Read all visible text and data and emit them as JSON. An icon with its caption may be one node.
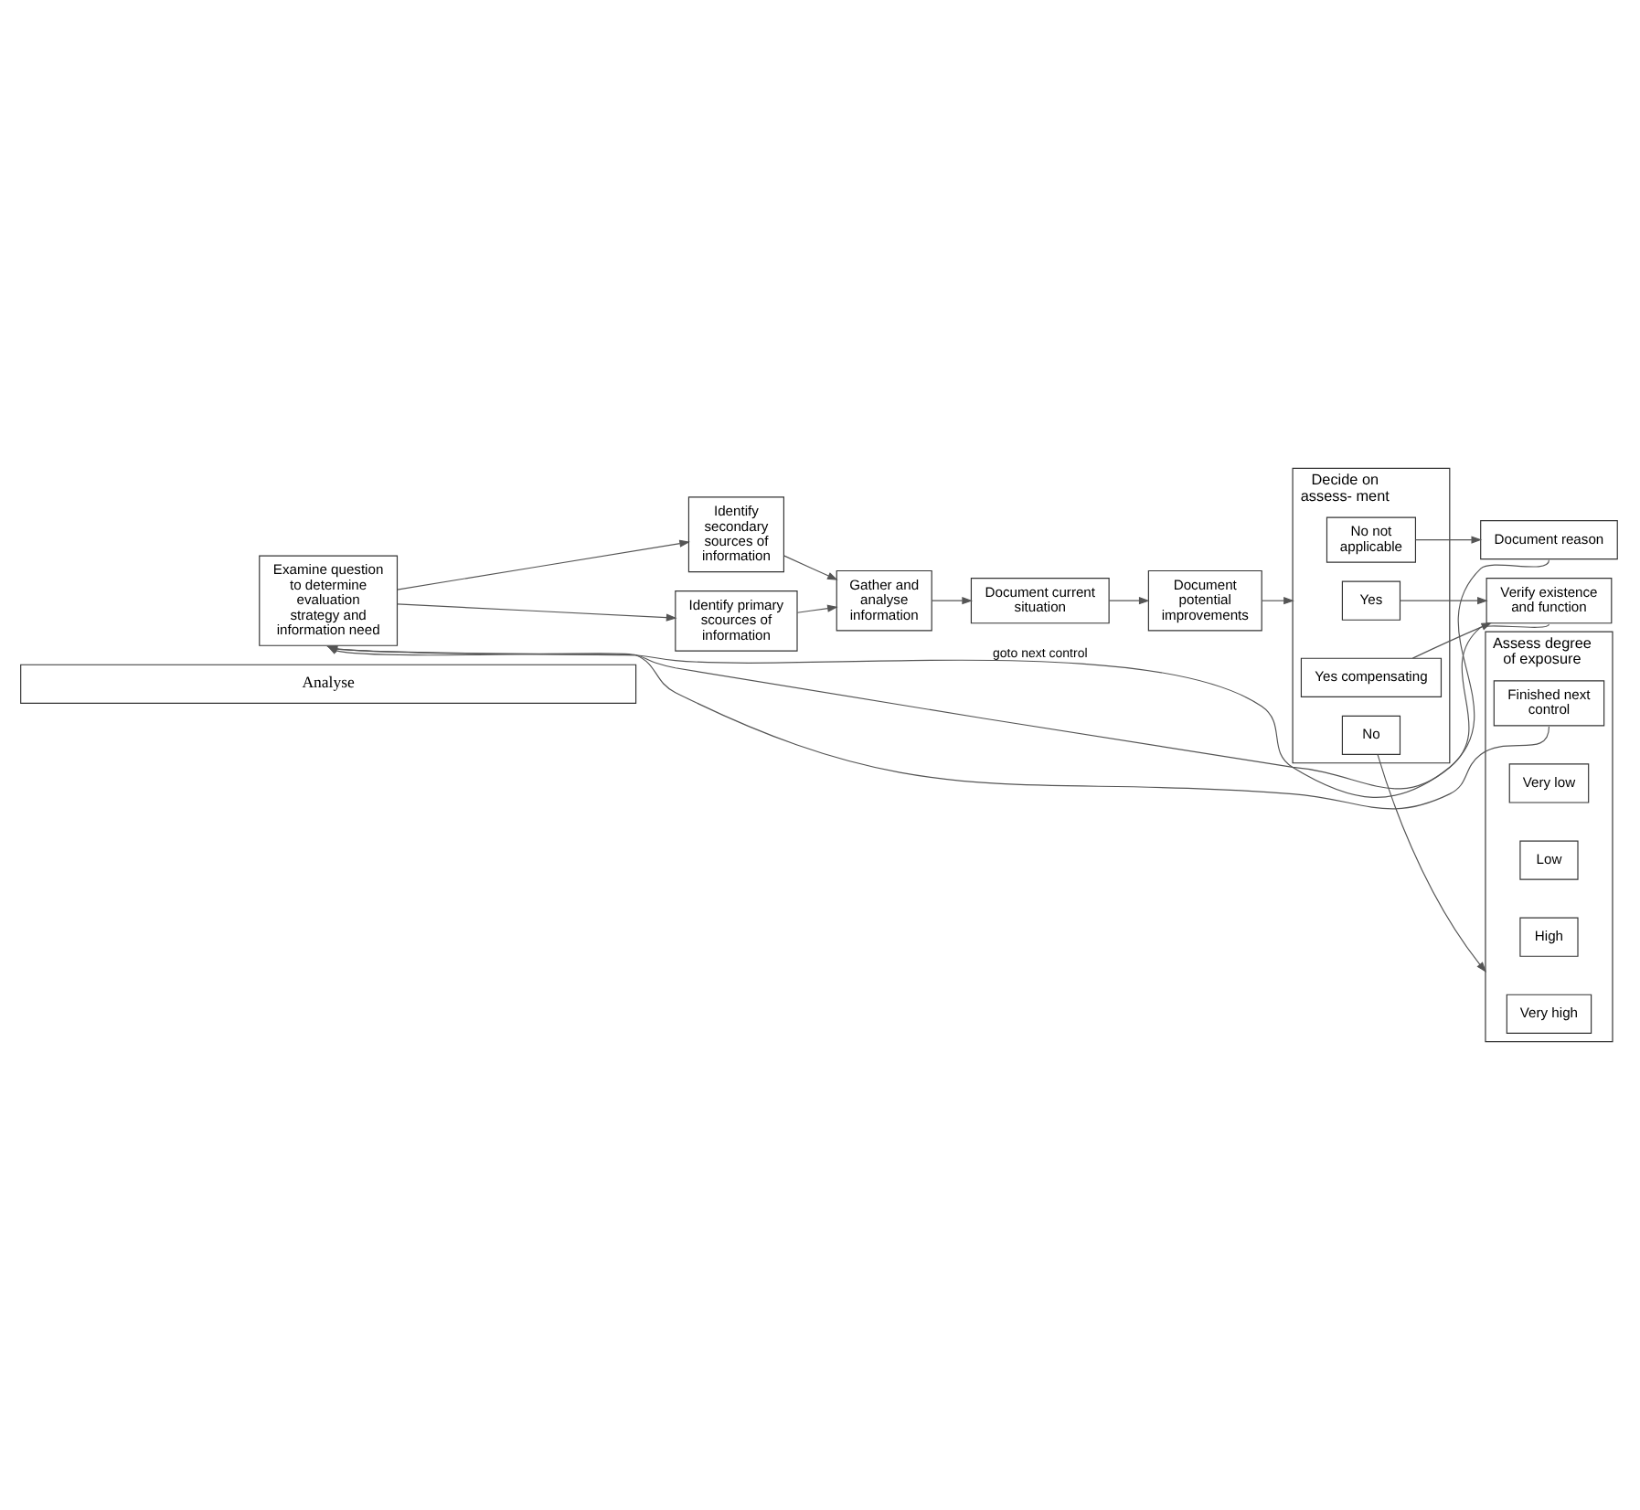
{
  "diagram": {
    "nodes": [
      {
        "text": [
          "Analyse"
        ]
      },
      {
        "text": [
          "Examine question to determine evaluation strategy and information need"
        ]
      },
      {
        "text": [
          "Identify secondary sources of information"
        ]
      },
      {
        "text": [
          "Identify primary scources of information"
        ]
      },
      {
        "text": [
          "Gather and analyse information"
        ]
      },
      {
        "text": [
          "Document current situation"
        ]
      },
      {
        "text": [
          "Document potential improvements"
        ]
      },
      {
        "text": [
          "Decide on assess- ment"
        ]
      },
      {
        "text": [
          "Yes"
        ],
        "in": 7
      },
      {
        "text": [
          "Yes compensating"
        ],
        "in": 7
      },
      {
        "text": [
          "No not applicable"
        ],
        "in": 7
      },
      {
        "text": [
          "No"
        ],
        "in": 7
      },
      {
        "text": [
          "Verify existence and function"
        ]
      },
      {
        "text": [
          "Document reason"
        ]
      },
      {
        "text": [
          "Assess degree of exposure"
        ]
      },
      {
        "text": [
          "Very high"
        ],
        "in": 14
      },
      {
        "text": [
          "High"
        ],
        "in": 14
      },
      {
        "text": [
          "Low"
        ],
        "in": 14
      },
      {
        "text": [
          "Very low"
        ],
        "in": 14
      },
      {
        "text": [
          "Finished next control"
        ],
        "in": 14
      }
    ],
    "edges": [
      {
        "from": 1,
        "to": 2,
        "arrow": "to"
      },
      {
        "from": 1,
        "to": 3,
        "arrow": "to"
      },
      {
        "from": 2,
        "to": 4,
        "arrow": "to"
      },
      {
        "from": 3,
        "to": 4,
        "arrow": "to"
      },
      {
        "from": 4,
        "to": 5,
        "arrow": "to"
      },
      {
        "from": 5,
        "to": 6,
        "arrow": "to"
      },
      {
        "from": 6,
        "to": 7,
        "arrow": "to"
      },
      {
        "from": 8,
        "to": 12,
        "arrow": "to"
      },
      {
        "from": 9,
        "to": 12,
        "arrow": "to"
      },
      {
        "from": 10,
        "to": 13,
        "arrow": "to"
      },
      {
        "from": 11,
        "to": 14,
        "arrow": "to"
      },
      {
        "from": 12,
        "to": 1,
        "arrow": "to",
        "label": "goto next control"
      },
      {
        "from": 13,
        "to": 1,
        "arrow": "to"
      },
      {
        "from": 19,
        "to": 1,
        "arrow": "to"
      }
    ]
  }
}
